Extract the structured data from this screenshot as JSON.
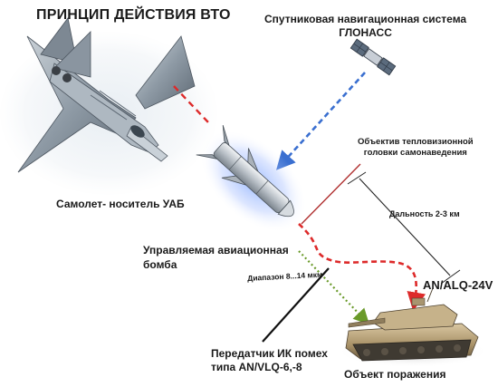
{
  "title": "ПРИНЦИП ДЕЙСТВИЯ ВТО",
  "labels": {
    "satellite_line1": "Спутниковая навигационная система",
    "satellite_line2": "ГЛОНАСС",
    "seeker_line1": "Объектив тепловизионной",
    "seeker_line2": "головки самонаведения",
    "range": "Дальность 2-3 км",
    "carrier": "Самолет- носитель УАБ",
    "bomb_line1": "Управляемая авиационная",
    "bomb_line2": "бомба",
    "jammer_alq": "AN/ALQ-24V",
    "ir_band": "Диапазон 8...14 мкм",
    "transmitter_line1": "Передатчик ИК помех",
    "transmitter_line2": "типа AN/VLQ-6,-8",
    "target": "Объект поражения"
  },
  "colors": {
    "red_dashed": "#dd2a2a",
    "blue_dashed": "#3a6fd0",
    "green_dotted": "#6a9a2a",
    "seeker_line": "#b03030",
    "text": "#1a1a1a"
  },
  "icons": {
    "aircraft": "fighter-jet-icon",
    "satellite": "satellite-icon",
    "bomb": "guided-bomb-icon",
    "tank": "tank-icon"
  }
}
